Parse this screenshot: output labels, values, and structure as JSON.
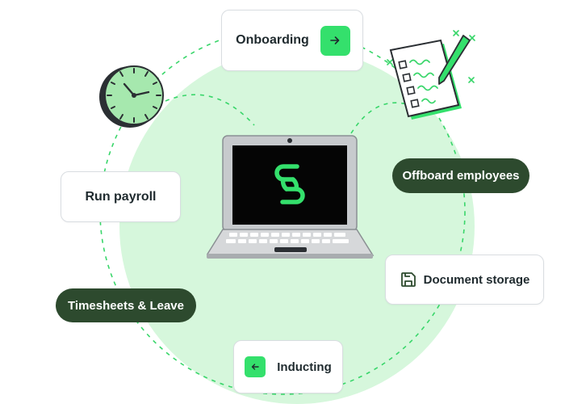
{
  "colors": {
    "accent_green": "#34e06c",
    "dark_green": "#2d4a2e",
    "pale_green": "#d6f7dc",
    "dash_green": "#39d66a"
  },
  "items": {
    "onboarding": {
      "label": "Onboarding",
      "icon": "arrow-right-icon"
    },
    "run_payroll": {
      "label": "Run payroll"
    },
    "offboard": {
      "label": "Offboard employees"
    },
    "timesheets": {
      "label": "Timesheets & Leave"
    },
    "document_storage": {
      "label": "Document storage",
      "icon": "save-icon"
    },
    "inducting": {
      "label": "Inducting",
      "icon": "arrow-left-icon"
    }
  },
  "illustrations": [
    "clock-icon",
    "checklist-icon",
    "laptop-icon",
    "brand-logo-icon"
  ]
}
